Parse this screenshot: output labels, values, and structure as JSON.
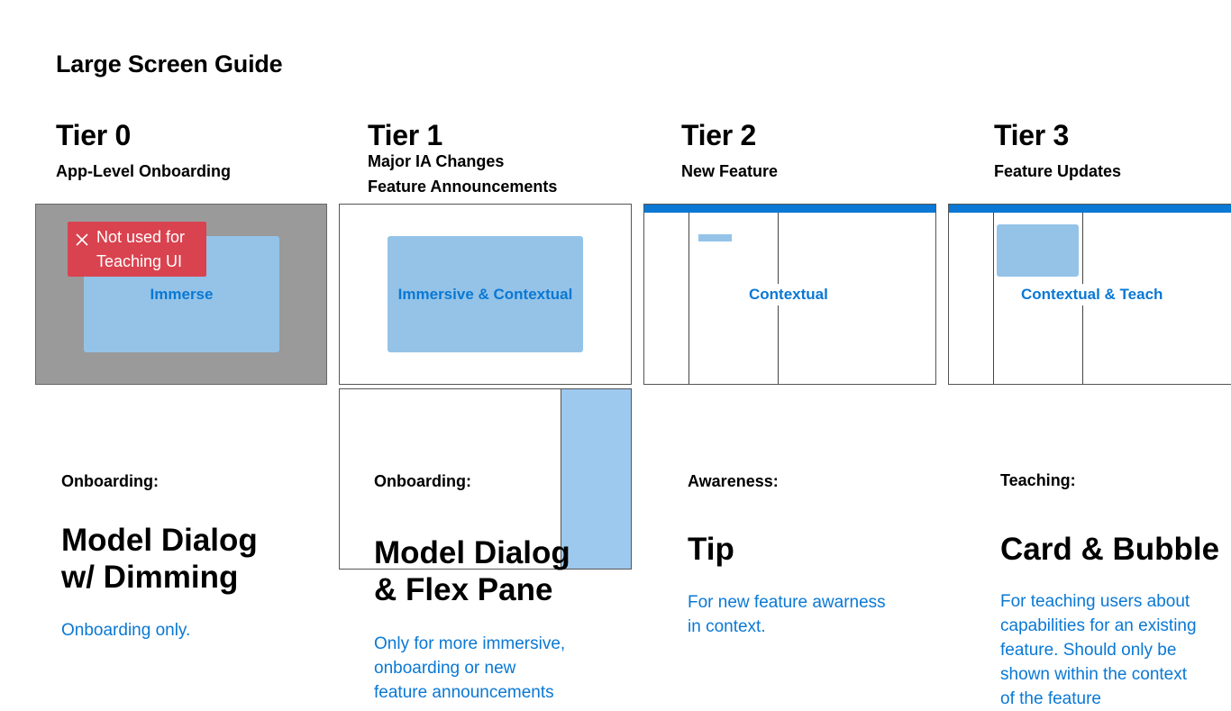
{
  "guide_title": "Large Screen Guide",
  "tiers": [
    {
      "title": "Tier 0",
      "subtitle": "App-Level Onboarding",
      "mock_label": "Immerse",
      "warning_badge": "Not used for\nTeaching UI",
      "section_label": "Onboarding:",
      "heading": "Model Dialog\nw/ Dimming",
      "description": "Onboarding only."
    },
    {
      "title": "Tier 1",
      "subtitle_line1": "Major IA Changes",
      "subtitle_line2": "Feature Announcements",
      "mock_label": "Immersive & Contextual",
      "section_label": "Onboarding:",
      "heading": "Model Dialog\n& Flex Pane",
      "description": "Only for more immersive,\nonboarding or new\nfeature announcements"
    },
    {
      "title": "Tier 2",
      "subtitle": "New Feature",
      "mock_label": "Contextual",
      "section_label": "Awareness:",
      "heading": "Tip",
      "description": "For new feature awarness\nin context."
    },
    {
      "title": "Tier 3",
      "subtitle": "Feature Updates",
      "mock_label": "Contextual & Teach",
      "section_label": "Teaching:",
      "heading": "Card & Bubble",
      "description": "For teaching users about\ncapabilities for an existing\nfeature. Should only be\nshown within the context\nof the feature"
    }
  ],
  "icons": {
    "warning_badge_icon": "close-icon"
  },
  "colors": {
    "accent_blue": "#0a78d4",
    "mock_blue": "#94c3e7",
    "dim_gray": "#9a9a9a",
    "warning_red": "#d9434f"
  }
}
